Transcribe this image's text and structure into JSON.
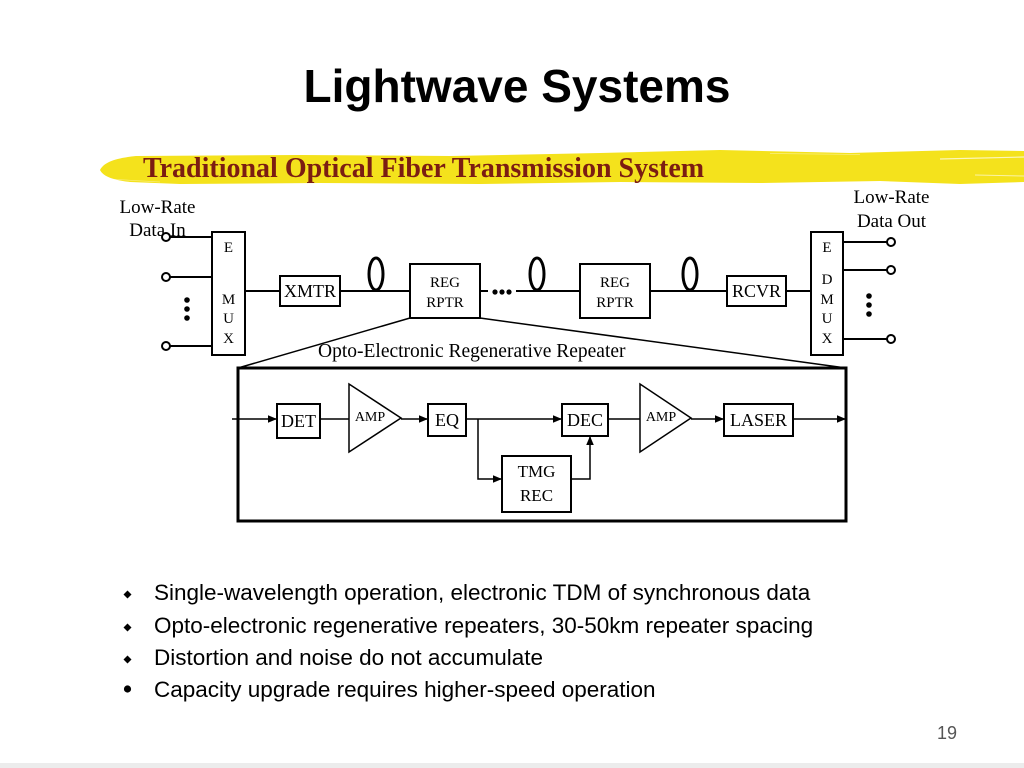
{
  "slide": {
    "title": "Lightwave Systems",
    "subtitle": "Traditional Optical Fiber Transmission System",
    "page_number": "19"
  },
  "diagram": {
    "input_label": {
      "line1": "Low-Rate",
      "line2": "Data In"
    },
    "output_label": {
      "line1": "Low-Rate",
      "line2": "Data Out"
    },
    "mux_letters": [
      "E",
      "M",
      "U",
      "X"
    ],
    "demux_letters": [
      "E",
      "D",
      "M",
      "U",
      "X"
    ],
    "transmitter": "XMTR",
    "repeater_1": {
      "line1": "REG",
      "line2": "RPTR"
    },
    "repeater_2": {
      "line1": "REG",
      "line2": "RPTR"
    },
    "receiver": "RCVR",
    "detail_caption": "Opto-Electronic Regenerative Repeater",
    "detail": {
      "detector": "DET",
      "amplifier_1": "AMP",
      "equalizer": "EQ",
      "decision": "DEC",
      "amplifier_2": "AMP",
      "laser": "LASER",
      "timing_recovery": {
        "line1": "TMG",
        "line2": "REC"
      }
    }
  },
  "bullets": [
    {
      "icon": "diamond-bullet-icon",
      "text": "Single-wavelength operation, electronic TDM of synchronous data"
    },
    {
      "icon": "diamond-bullet-icon",
      "text": "Opto-electronic regenerative repeaters, 30-50km repeater spacing"
    },
    {
      "icon": "diamond-bullet-icon",
      "text": "Distortion and noise do not accumulate"
    },
    {
      "icon": "round-bullet-icon",
      "text": "Capacity upgrade requires higher-speed operation"
    }
  ],
  "colors": {
    "text": "#000000",
    "subtitle": "#7B1D12",
    "highlight": "#F4E21C",
    "page_number": "#555555"
  }
}
